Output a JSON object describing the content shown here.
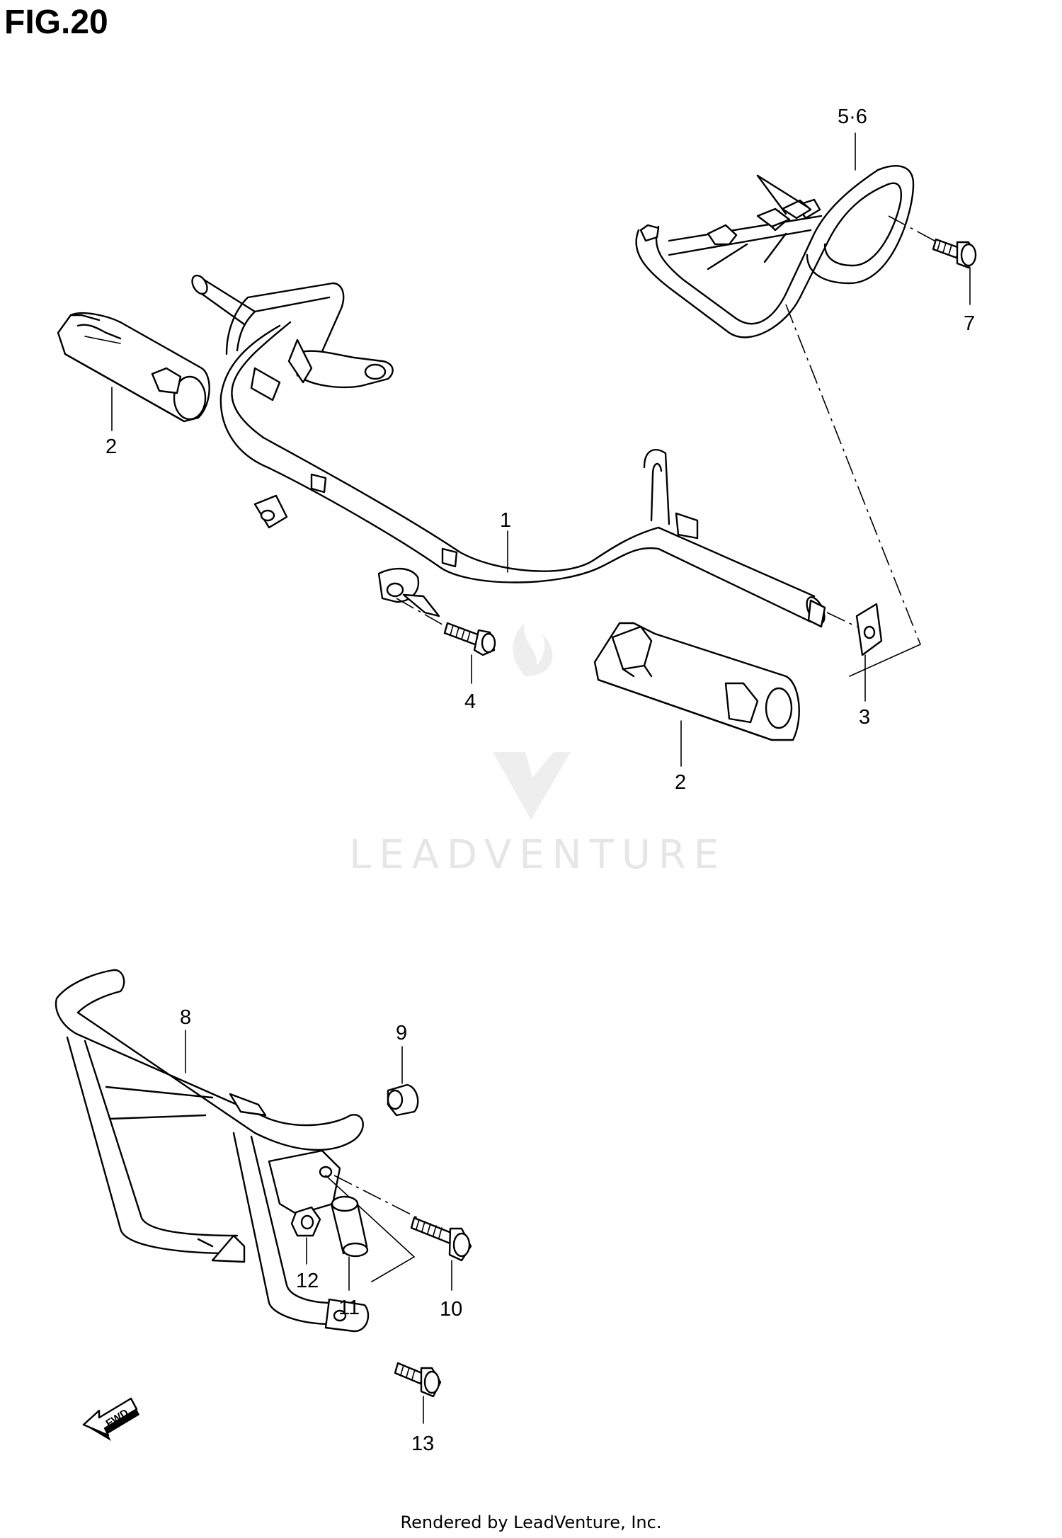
{
  "figure": {
    "title": "FIG.20"
  },
  "footer": {
    "text": "Rendered by LeadVenture, Inc."
  },
  "watermark": {
    "text": "LEADVENTURE"
  },
  "callouts": {
    "p1": "1",
    "p2a": "2",
    "p2b": "2",
    "p3": "3",
    "p4": "4",
    "p56": "5·6",
    "p7": "7",
    "p8": "8",
    "p9": "9",
    "p10": "10",
    "p11": "11",
    "p12": "12",
    "p13": "13"
  },
  "fwd": {
    "text": "FWD"
  },
  "colors": {
    "line": "#000000",
    "watermark": "#e6e6e6",
    "background": "#ffffff"
  }
}
